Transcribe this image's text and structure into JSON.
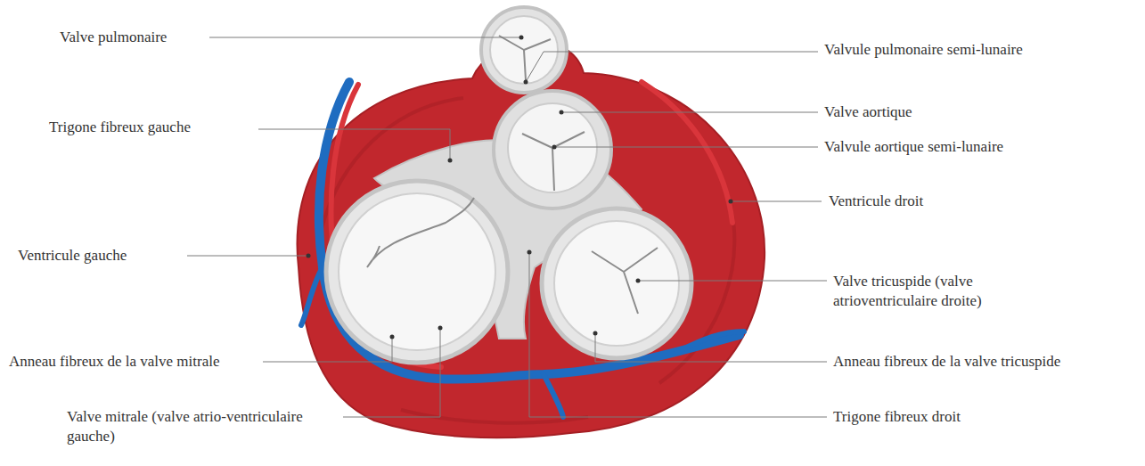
{
  "diagram": {
    "labels": [
      "Valve pulmonaire",
      "Valvule pulmonaire semi-lunaire",
      "Trigone fibreux gauche",
      "Valve aortique",
      "Valvule aortique semi-lunaire",
      "Ventricule droit",
      "Ventricule gauche",
      "Valve tricuspide (valve atrioventriculaire droite)",
      "Anneau fibreux de la valve mitrale",
      "Anneau fibreux de la valve tricuspide",
      "Valve mitrale (valve atrio-ventriculaire gauche)",
      "Trigone fibreux droit"
    ]
  }
}
